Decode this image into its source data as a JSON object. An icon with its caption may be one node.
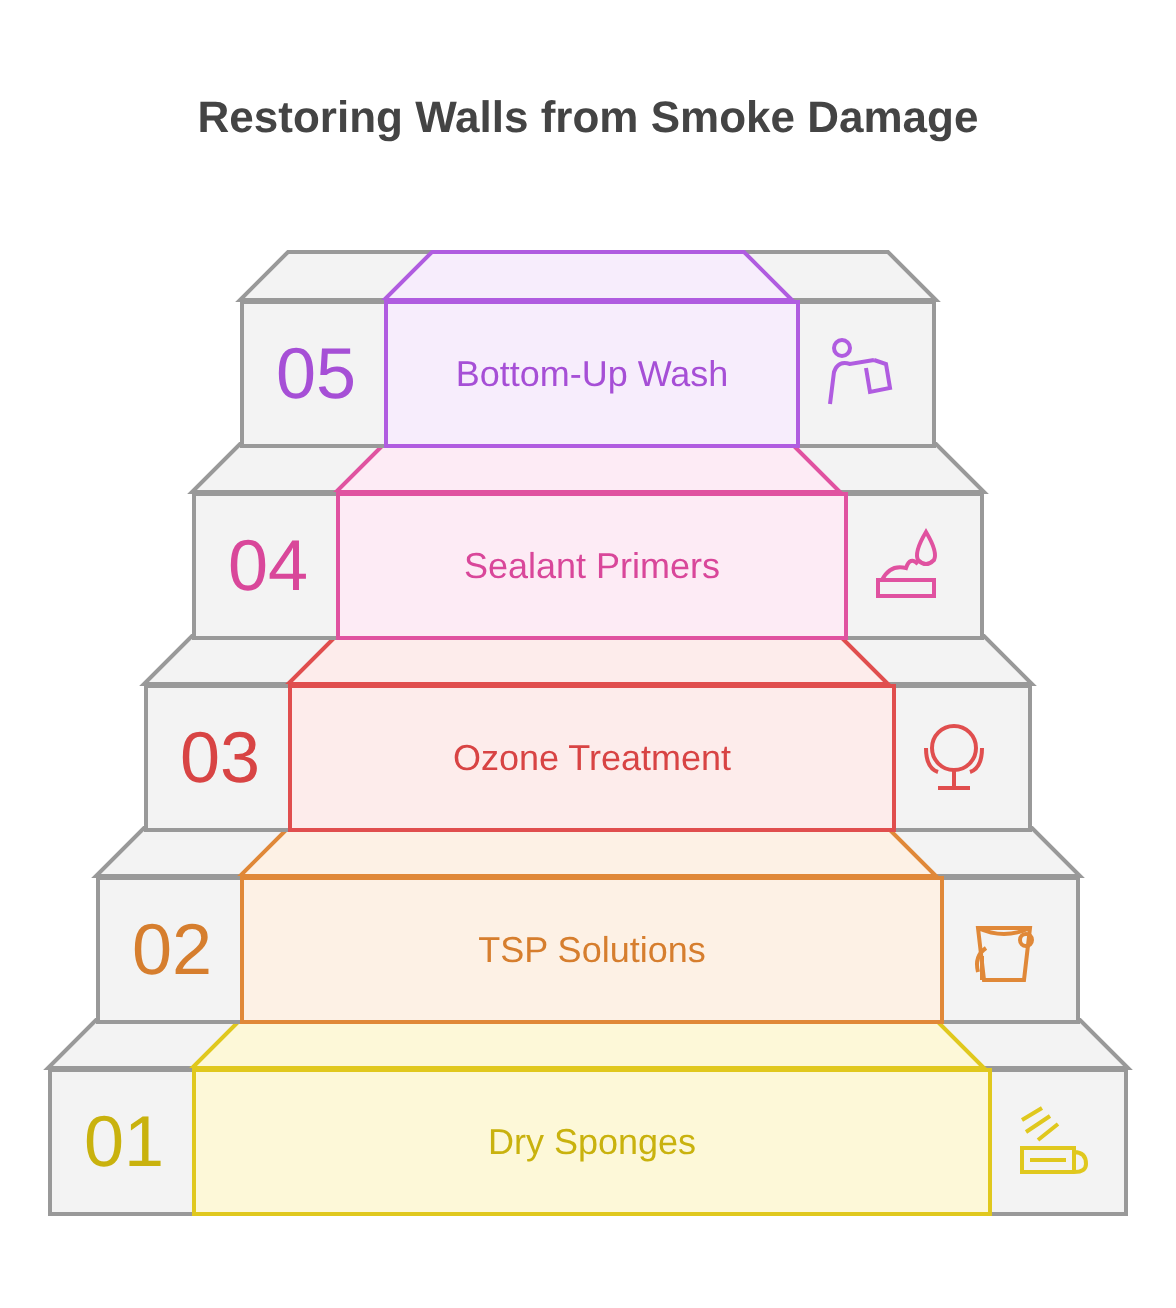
{
  "diagram": {
    "title": "Restoring Walls from Smoke Damage",
    "nodes": [
      {
        "text": [
          "05",
          "Bottom-Up Wash"
        ]
      },
      {
        "text": [
          "04",
          "Sealant Primers"
        ]
      },
      {
        "text": [
          "03",
          "Ozone Treatment"
        ]
      },
      {
        "text": [
          "02",
          "TSP Solutions"
        ]
      },
      {
        "text": [
          "01",
          "Dry Sponges"
        ]
      }
    ]
  }
}
